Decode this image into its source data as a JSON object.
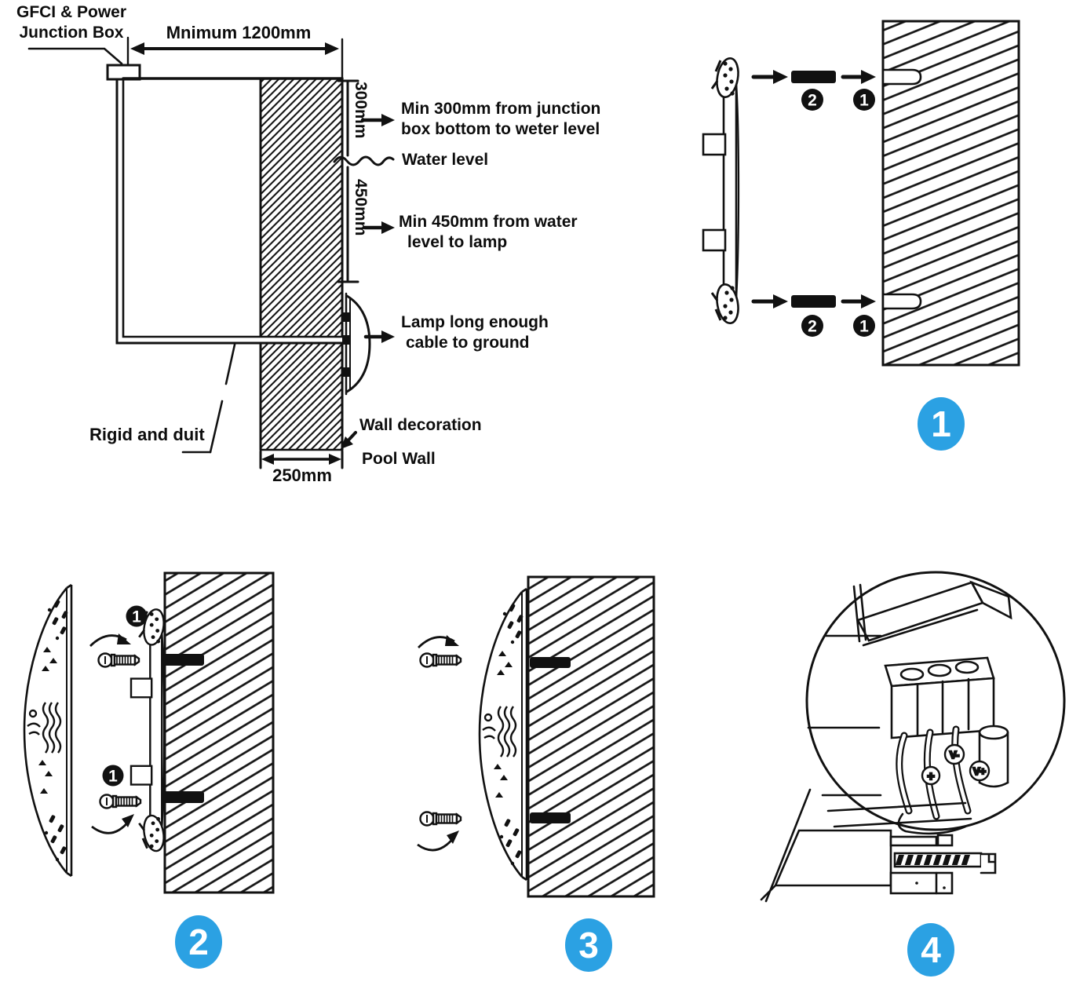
{
  "colors": {
    "accent": "#2BA1E3",
    "ink": "#111111"
  },
  "installation": {
    "junction_line1": "GFCI & Power",
    "junction_line2": "Junction Box",
    "min_width": "Mnimum 1200mm",
    "dim300": "300mm",
    "note300_line1": "Min 300mm from junction",
    "note300_line2": "box bottom to weter level",
    "water_level": "Water level",
    "dim450": "450mm",
    "note450_line1": "Min 450mm from water",
    "note450_line2": "level to lamp",
    "lamp_note_line1": "Lamp long enough",
    "lamp_note_line2": "cable to ground",
    "conduit_label": "Rigid and duit",
    "wall_decoration": "Wall decoration",
    "pool_wall": "Pool Wall",
    "dim250": "250mm"
  },
  "markers": {
    "anchor": "1",
    "plug": "2"
  },
  "steps": {
    "one": "1",
    "two": "2",
    "three": "3",
    "four": "4"
  },
  "wiring": {
    "positive": "+",
    "v_minus": "V-",
    "v_plus": "V+"
  }
}
